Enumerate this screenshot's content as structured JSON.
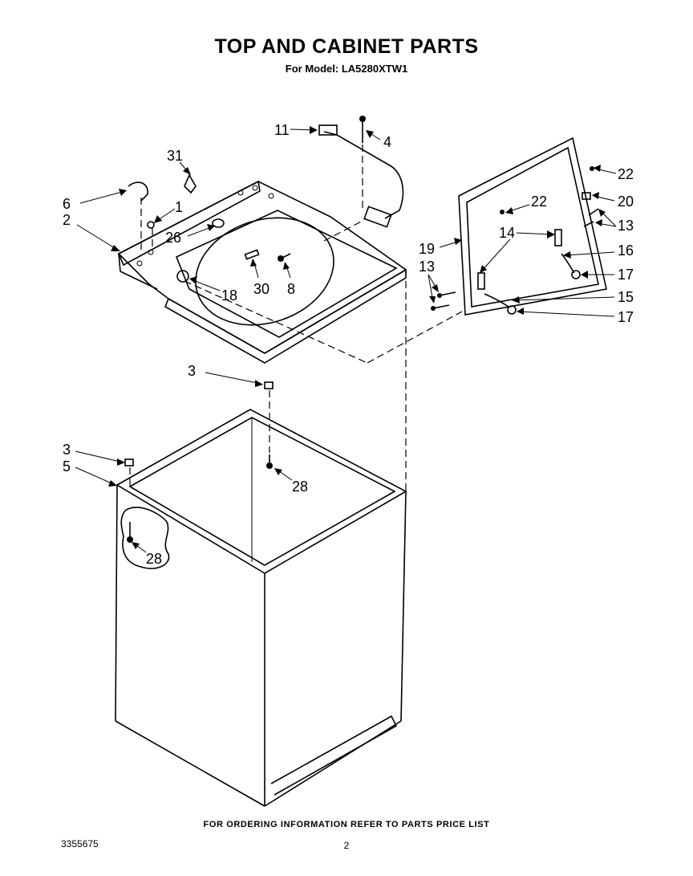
{
  "title": "TOP AND CABINET PARTS",
  "subtitle": "For Model: LA5280XTW1",
  "footer_note": "FOR ORDERING INFORMATION REFER TO PARTS PRICE LIST",
  "document_number": "3355675",
  "page_number": "2",
  "callouts": {
    "c11": "11",
    "c4": "4",
    "c31": "31",
    "c6": "6",
    "c1": "1",
    "c2": "2",
    "c26": "26",
    "c18": "18",
    "c30": "30",
    "c8": "8",
    "c22a": "22",
    "c22b": "22",
    "c20": "20",
    "c13a": "13",
    "c14": "14",
    "c19": "19",
    "c16": "16",
    "c13b": "13",
    "c17a": "17",
    "c15": "15",
    "c17b": "17",
    "c3a": "3",
    "c28a": "28",
    "c3b": "3",
    "c5": "5",
    "c28b": "28"
  }
}
